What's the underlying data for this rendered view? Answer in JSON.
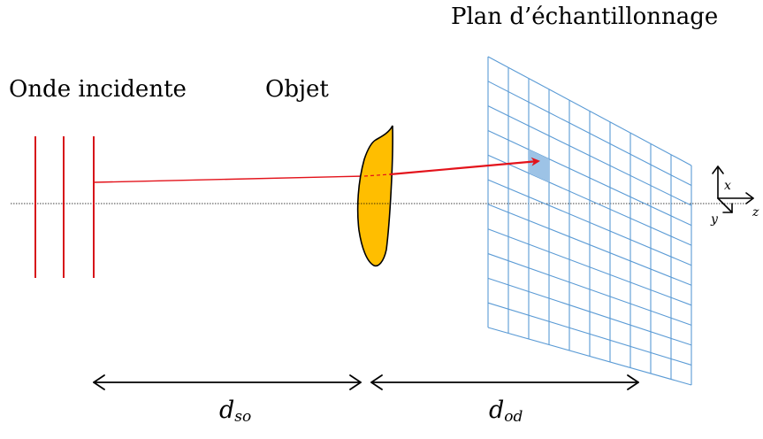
{
  "labels": {
    "incident_wave": "Onde incidente",
    "object": "Objet",
    "sampling_plane": "Plan d’échantillonnage"
  },
  "distances": {
    "source_object": {
      "symbol": "d",
      "subscript": "so"
    },
    "object_detector": {
      "symbol": "d",
      "subscript": "od"
    }
  },
  "axes": {
    "x": "x",
    "y": "y",
    "z": "z"
  },
  "colors": {
    "wavefront": "#d7131a",
    "ray": "#e3131b",
    "object_fill": "#ffbe00",
    "grid": "#5b9bd5",
    "highlight_cell": "#9dc3e6",
    "arrow": "#000000",
    "optical_axis": "#000000"
  }
}
